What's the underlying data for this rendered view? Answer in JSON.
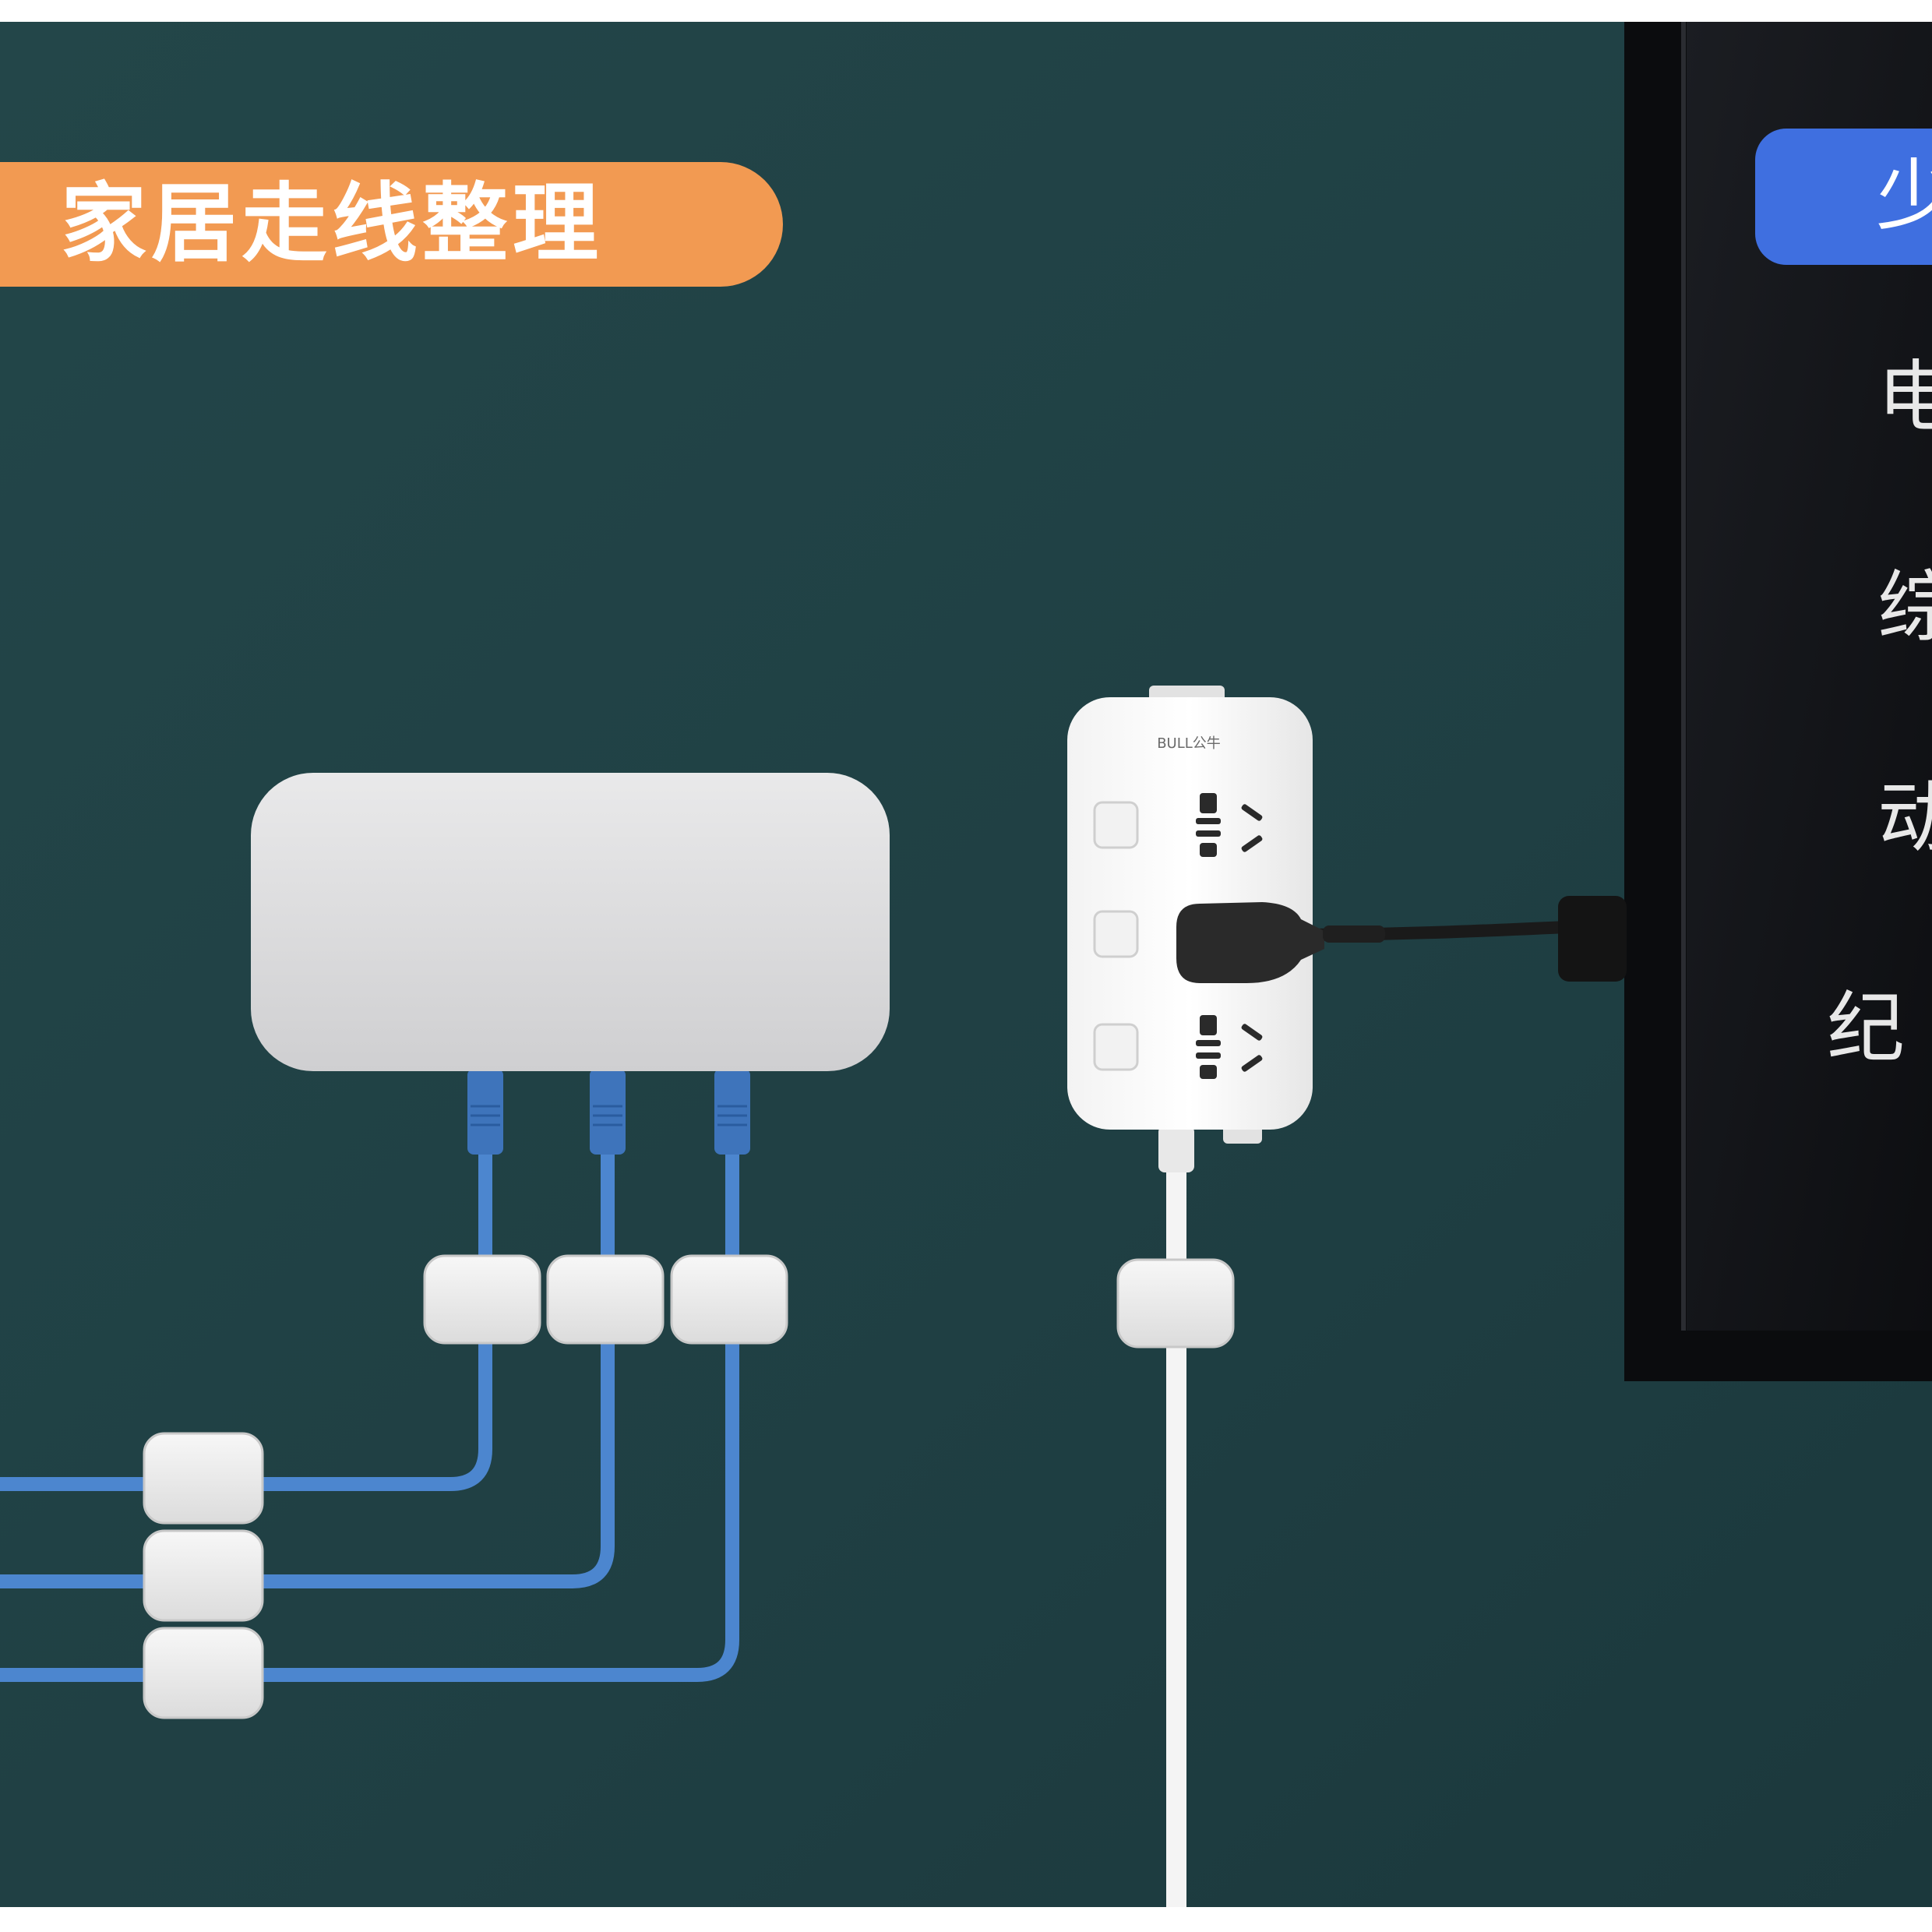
{
  "banner": {
    "title": "家居走线整理"
  },
  "tv": {
    "menu_items": [
      "少",
      "电",
      "综",
      "动",
      "纪"
    ]
  },
  "power_strip": {
    "brand": "BULL公牛"
  },
  "colors": {
    "wall": "#234348",
    "banner": "#f29a52",
    "network_cable": "#4c86cf",
    "power_cable_white": "#f4f4f4",
    "tv_active_item": "#3f6fe0"
  }
}
